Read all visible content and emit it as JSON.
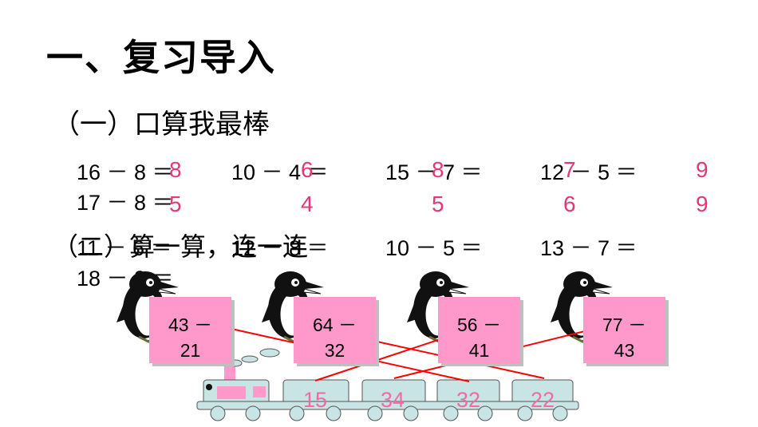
{
  "title": "一、复习导入",
  "section1": "（一）口算我最棒",
  "section2": "（二）算一算，连一连",
  "row1": [
    "16 － 8 ＝",
    "10 － 4 ＝",
    "15 － 7 ＝",
    "12 － 5 ＝"
  ],
  "row2": [
    "17 － 8 ＝"
  ],
  "row3": [
    "11 － 6 ＝",
    "12 － 8 ＝",
    "10 － 5 ＝",
    "13 － 7 ＝"
  ],
  "row4": [
    "18 － 9 ＝"
  ],
  "answers_top": [
    "8",
    "6",
    "8",
    "7",
    "9"
  ],
  "answers_bottom": [
    "5",
    "4",
    "5",
    "6",
    "9"
  ],
  "cards": [
    {
      "line1": "43 －",
      "line2": "21"
    },
    {
      "line1": "64 －",
      "line2": "32"
    },
    {
      "line1": "56 －",
      "line2": "41"
    },
    {
      "line1": "77 －",
      "line2": "43"
    }
  ],
  "train_cars": [
    "15",
    "34",
    "32",
    "22"
  ],
  "colors": {
    "answer": "#e5367a",
    "card": "#ff99cc",
    "train": "#c8e4e4",
    "line": "#ff0000"
  }
}
